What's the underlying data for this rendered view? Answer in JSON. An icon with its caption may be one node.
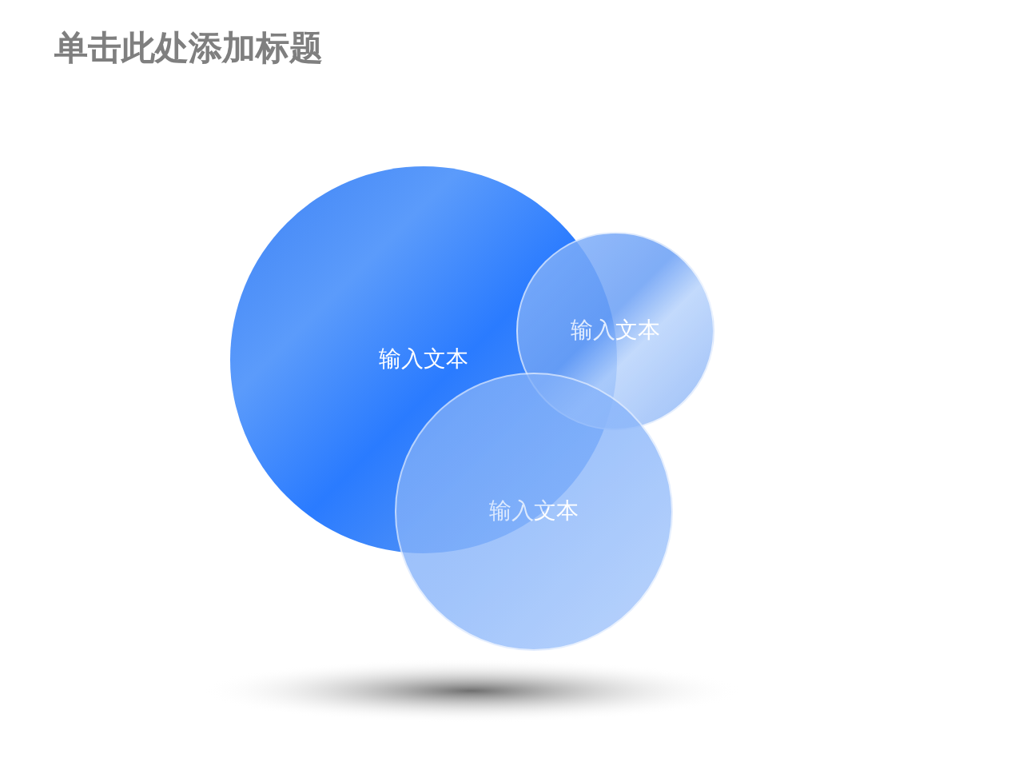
{
  "diagram": {
    "title": "单击此处添加标题",
    "nodes": [
      {
        "text": [
          "输入文本"
        ]
      },
      {
        "text": [
          "输入文本"
        ]
      },
      {
        "text": [
          "输入文本"
        ]
      }
    ]
  }
}
